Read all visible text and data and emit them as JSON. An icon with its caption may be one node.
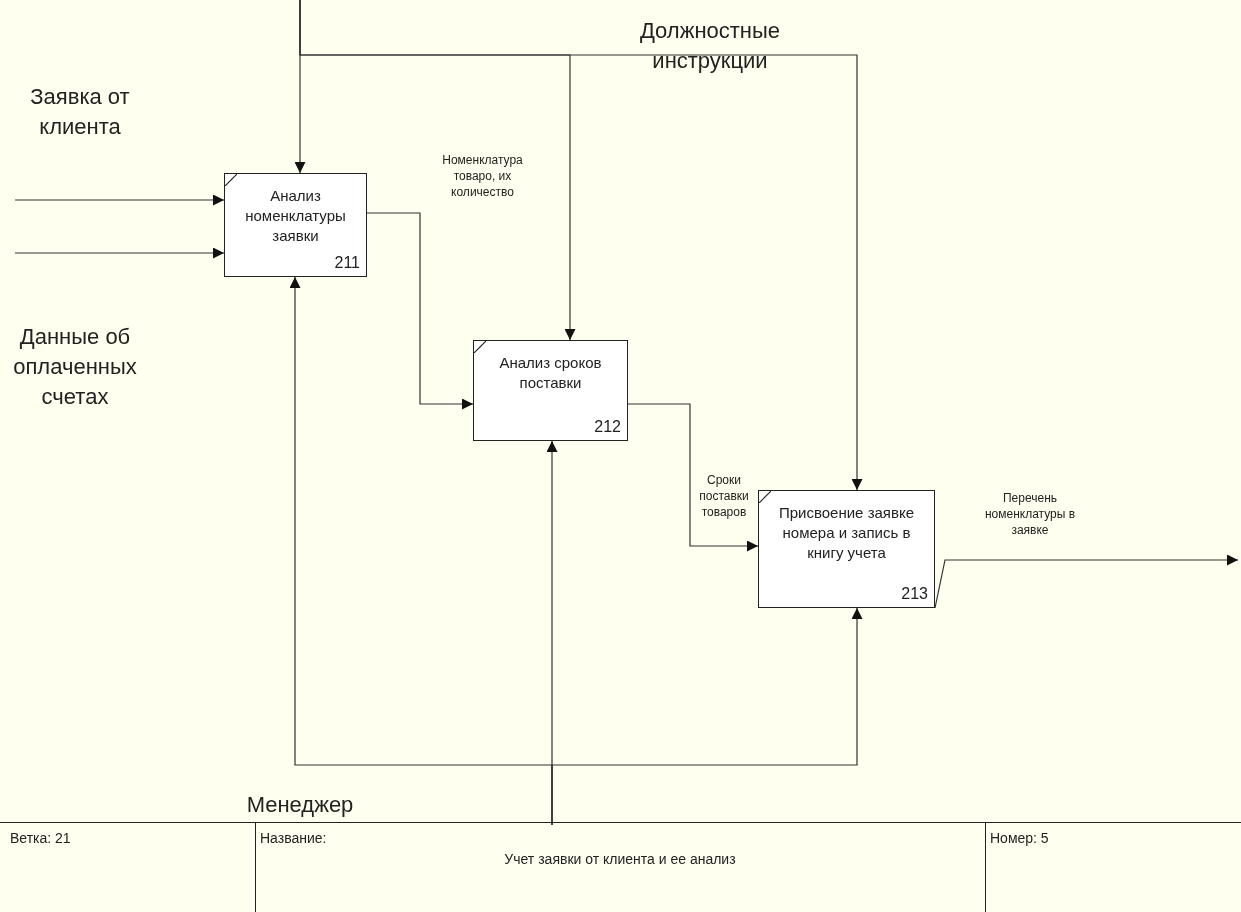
{
  "diagram": {
    "nodes": [
      {
        "text": [
          "Анализ номенклатуры заявки",
          "211"
        ]
      },
      {
        "text": [
          "Анализ сроков поставки",
          "212"
        ]
      },
      {
        "text": [
          "Присвоение заявке номера и запись в книгу учета",
          "213"
        ]
      }
    ],
    "edges": [
      {
        "from": null,
        "to": 0,
        "arrow": "to",
        "label": "Заявка от клиента"
      },
      {
        "from": null,
        "to": 0,
        "arrow": "to",
        "label": "Данные об оплаченных счетах"
      },
      {
        "from": null,
        "to": 0,
        "arrow": "to"
      },
      {
        "from": null,
        "to": 1,
        "arrow": "to"
      },
      {
        "from": null,
        "to": 2,
        "arrow": "to",
        "label": "Должностные инструкции"
      },
      {
        "from": 0,
        "to": 1,
        "arrow": "to",
        "label": "Номенклатура товаро, их количество"
      },
      {
        "from": 1,
        "to": 2,
        "arrow": "to",
        "label": "Сроки поставки товаров"
      },
      {
        "from": 2,
        "to": null,
        "arrow": "to",
        "label": "Перечень номенклатуры в заявке"
      },
      {
        "from": null,
        "to": 0,
        "arrow": "to",
        "label": "Менеджер"
      },
      {
        "from": null,
        "to": 1,
        "arrow": "to"
      },
      {
        "from": null,
        "to": 2,
        "arrow": "to"
      }
    ],
    "labels": [
      "Ветка: 21",
      "Название:",
      "Учет заявки от клиента и ее анализ",
      "Номер: 5"
    ]
  }
}
